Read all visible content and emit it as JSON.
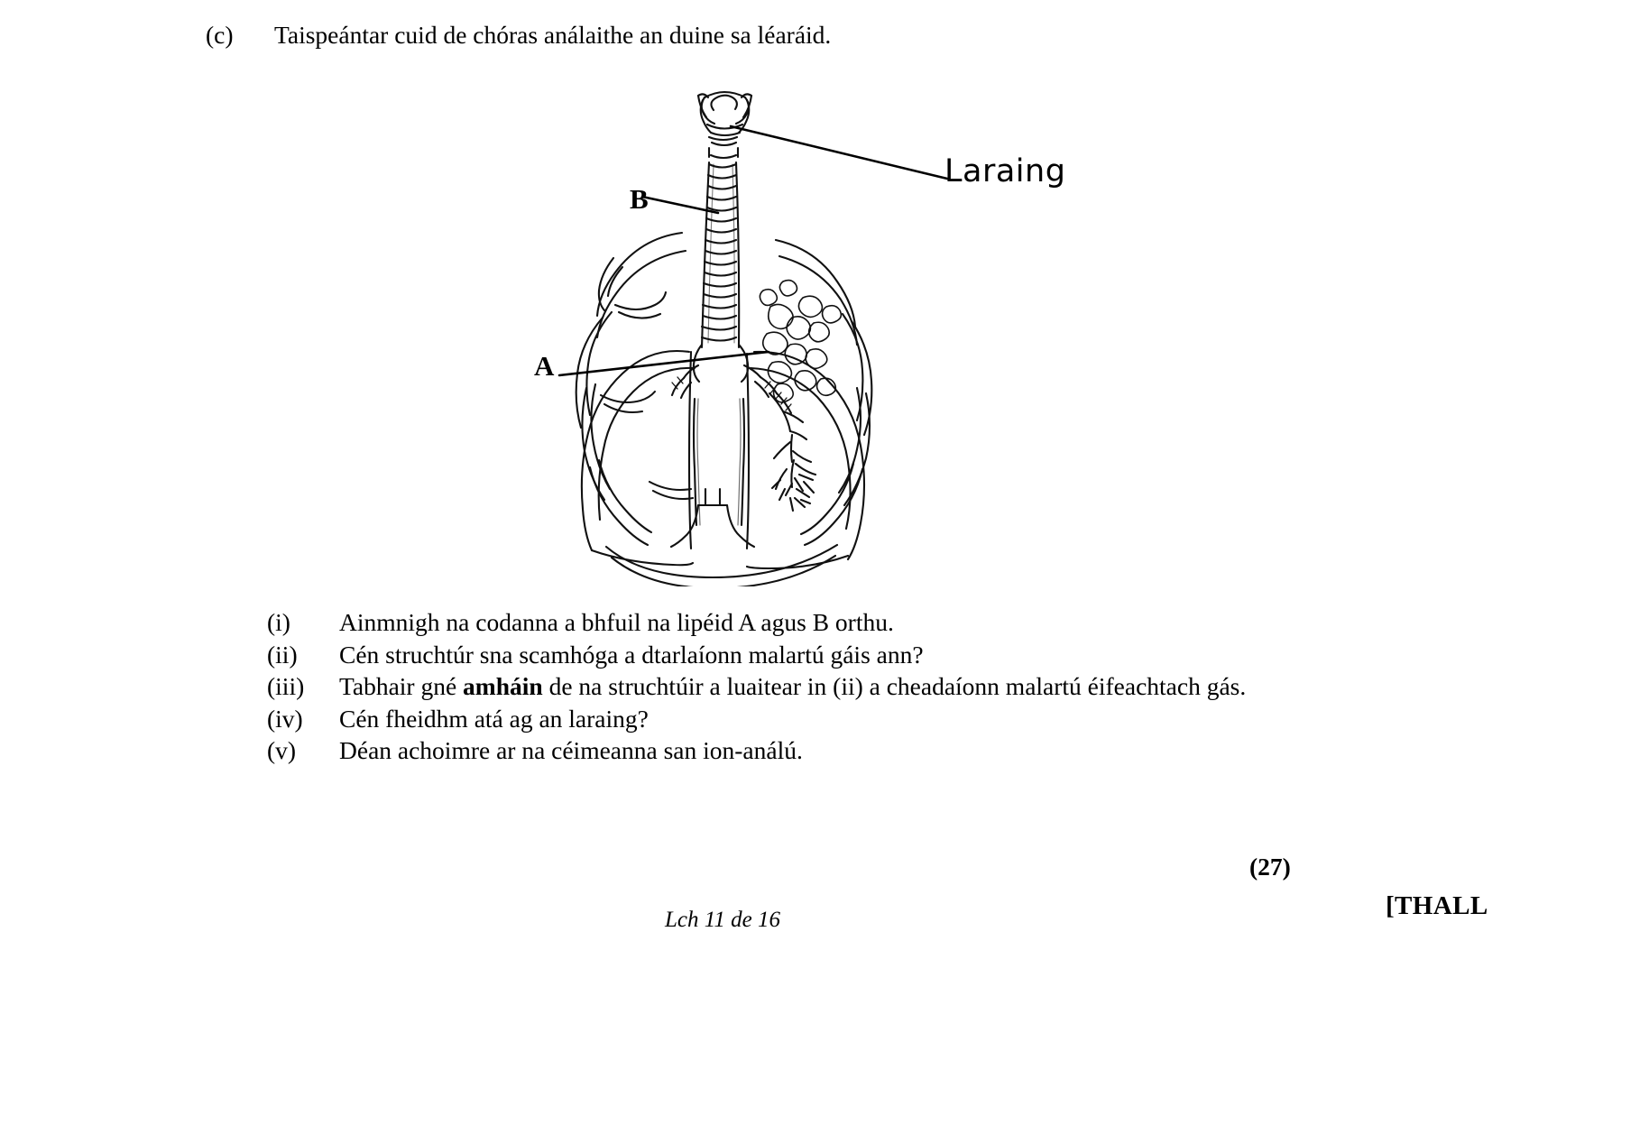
{
  "question": {
    "part_marker": "(c)",
    "stem": "Taispeántar cuid de chóras análaithe an duine sa léaráid."
  },
  "diagram": {
    "name": "human-respiratory-system",
    "labels": {
      "larynx": "Laraing",
      "label_a": "A",
      "label_b": "B"
    }
  },
  "subquestions": [
    {
      "num": "(i)",
      "text": "Ainmnigh na codanna a bhfuil na lipéid A agus B orthu."
    },
    {
      "num": "(ii)",
      "text": "Cén struchtúr sna scamhóga a dtarlaíonn malartú gáis ann?"
    },
    {
      "num": "(iii)",
      "text_pre": "Tabhair gné ",
      "text_bold": "amháin",
      "text_post": " de na struchtúir a luaitear in (ii) a cheadaíonn malartú éifeachtach gás."
    },
    {
      "num": "(iv)",
      "text": "Cén fheidhm atá ag an laraing?"
    },
    {
      "num": "(v)",
      "text": "Déan achoimre ar na céimeanna san ion-análú."
    }
  ],
  "marks": "(27)",
  "footer": {
    "page_number": "Lch 11 de 16",
    "continuation": "[THALL"
  },
  "colors": {
    "ink": "#000000",
    "paper": "#ffffff"
  }
}
